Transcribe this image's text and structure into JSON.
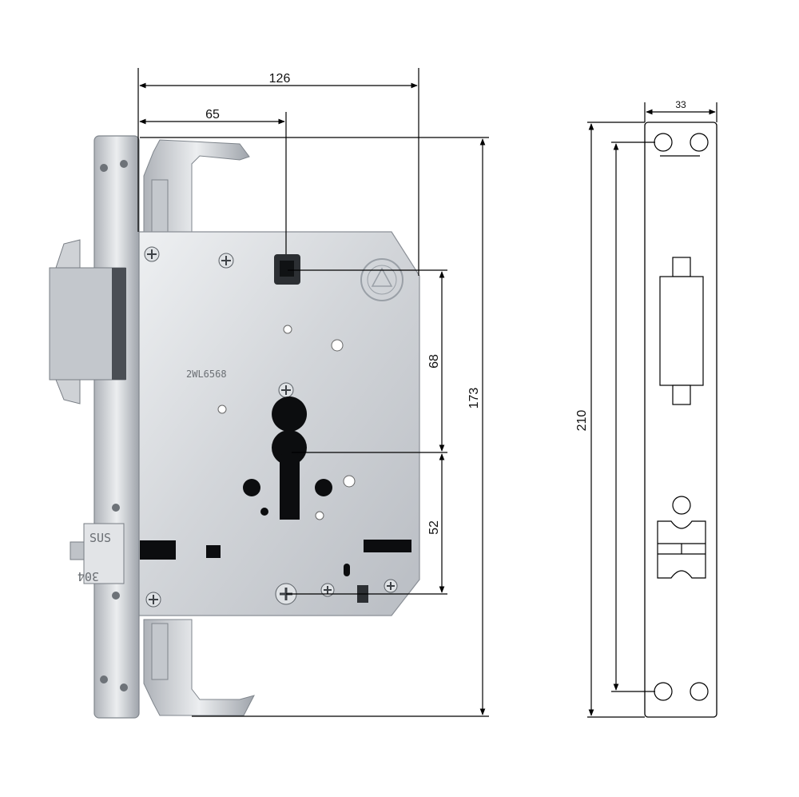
{
  "dimensions": {
    "width_top": "126",
    "spindle_offset": "65",
    "spindle_to_cylinder": "68",
    "cylinder_to_screw": "52",
    "body_height": "173",
    "faceplate_length": "210",
    "faceplate_width": "33"
  },
  "markings": {
    "model_code": "2WL6568",
    "latch_text_top": "SUS",
    "latch_text_bottom": "304"
  },
  "colors": {
    "steel_light": "#e4e6e9",
    "steel_mid": "#c9ccd1",
    "steel_dark": "#8e939a",
    "line": "#000000"
  }
}
